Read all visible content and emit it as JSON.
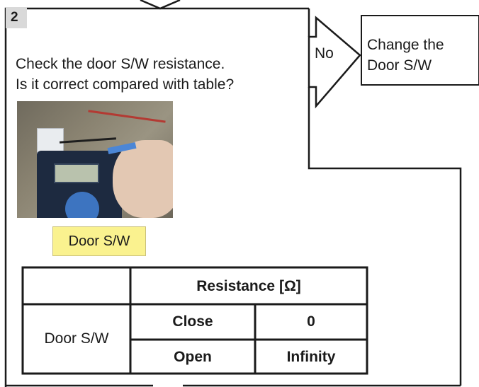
{
  "step": {
    "number": "2"
  },
  "question": {
    "line1": "Check the door S/W resistance.",
    "line2": "Is it correct compared with table?"
  },
  "branch": {
    "no_label": "No"
  },
  "action": {
    "line1": "Change the",
    "line2": "Door S/W"
  },
  "photo": {
    "caption": "Door S/W"
  },
  "table": {
    "header": "Resistance  [Ω]",
    "row_label": "Door S/W",
    "rows": [
      {
        "state": "Close",
        "value": "0"
      },
      {
        "state": "Open",
        "value": "Infinity"
      }
    ]
  }
}
